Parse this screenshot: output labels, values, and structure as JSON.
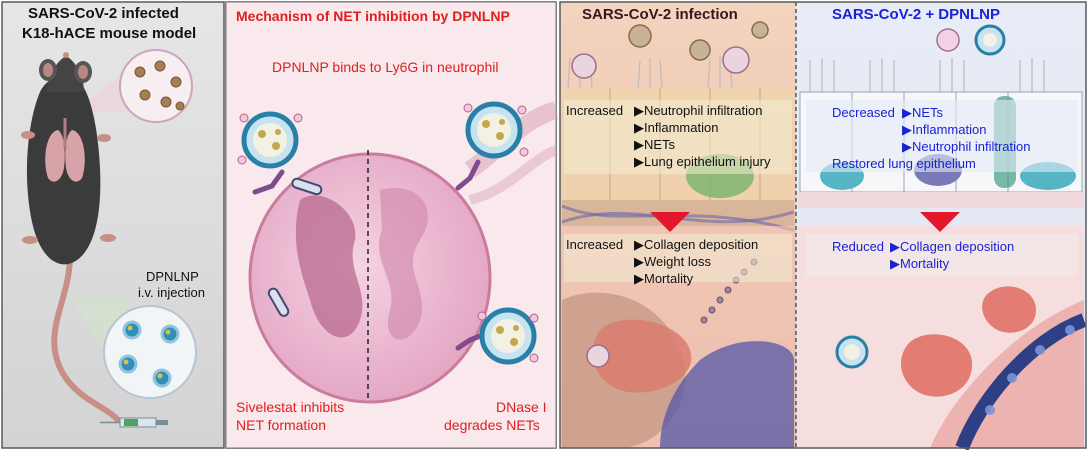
{
  "panel_model": {
    "title_line1": "SARS-CoV-2 infected",
    "title_line2": "K18-hACE mouse model",
    "injection_line1": "DPNLNP",
    "injection_line2": "i.v. injection"
  },
  "panel_mechanism": {
    "title": "Mechanism of NET inhibition by DPNLNP",
    "binding_text": "DPNLNP binds to Ly6G in neutrophil",
    "sivelestat_line1": "Sivelestat inhibits",
    "sivelestat_line2": "NET formation",
    "dnase_line1": "DNase I",
    "dnase_line2": "degrades NETs"
  },
  "panel_infection": {
    "title": "SARS-CoV-2 infection",
    "top_prefix": "Increased",
    "top_items": [
      "▶Neutrophil infiltration",
      "▶Inflammation",
      "▶NETs",
      "▶Lung epithelium injury"
    ],
    "bottom_prefix": "Increased",
    "bottom_items": [
      "▶Collagen deposition",
      "▶Weight loss",
      "▶Mortality"
    ]
  },
  "panel_treatment": {
    "title": "SARS-CoV-2 + DPNLNP",
    "top_prefix": "Decreased",
    "top_items": [
      "▶NETs",
      "▶Inflammation",
      "▶Neutrophil infiltration"
    ],
    "restored": "Restored lung epithelium",
    "bottom_prefix": "Reduced",
    "bottom_items": [
      "▶Collagen deposition",
      "▶Mortality"
    ]
  },
  "colors": {
    "title_red": "#e0201e",
    "treatment_blue": "#1a22d6",
    "infection_title": "#3a1520"
  }
}
